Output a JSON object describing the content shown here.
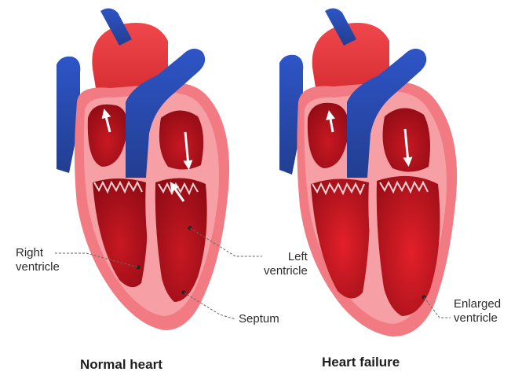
{
  "labels": {
    "right_ventricle_line1": "Right",
    "right_ventricle_line2": "ventricle",
    "left_ventricle_line1": "Left",
    "left_ventricle_line2": "ventricle",
    "septum": "Septum",
    "enlarged_ventricle_line1": "Enlarged",
    "enlarged_ventricle_line2": "ventricle"
  },
  "captions": {
    "normal": "Normal heart",
    "failure": "Heart failure"
  },
  "colors": {
    "background": "#ffffff",
    "muscle_outer": "#f27a82",
    "muscle_wall": "#f6a0a5",
    "chamber": "#b5121c",
    "chamber_dark": "#8e0b14",
    "artery_red": "#e63a3f",
    "vein_blue": "#2f4ea8",
    "label_text": "#2b2b2b",
    "leader_line": "#666666"
  }
}
